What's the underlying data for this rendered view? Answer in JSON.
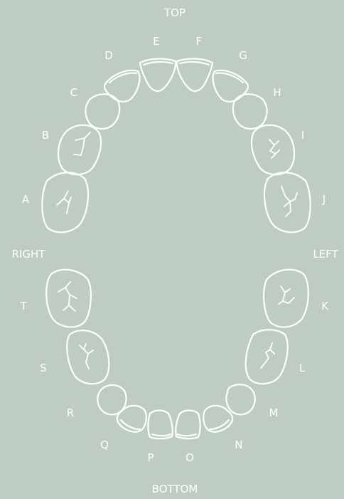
{
  "orientation": {
    "top": "TOP",
    "bottom": "BOTTOM",
    "left": "LEFT",
    "right": "RIGHT"
  },
  "teeth": {
    "A": "A",
    "B": "B",
    "C": "C",
    "D": "D",
    "E": "E",
    "F": "F",
    "G": "G",
    "H": "H",
    "I": "I",
    "J": "J",
    "K": "K",
    "L": "L",
    "M": "M",
    "N": "N",
    "O": "O",
    "P": "P",
    "Q": "Q",
    "R": "R",
    "S": "S",
    "T": "T"
  },
  "colors": {
    "background": "#bfccc4",
    "line": "#ffffff"
  }
}
